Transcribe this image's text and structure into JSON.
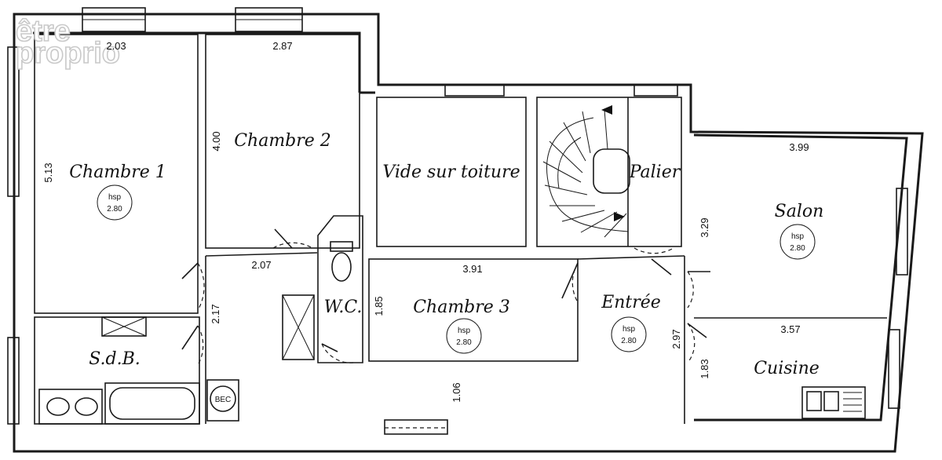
{
  "watermark": {
    "line1": "être",
    "line2": "proprio"
  },
  "rooms": {
    "chambre1": "Chambre 1",
    "chambre2": "Chambre 2",
    "vide": "Vide sur toiture",
    "palier": "Palier",
    "salon": "Salon",
    "chambre3": "Chambre 3",
    "wc": "W.C.",
    "entree": "Entrée",
    "sdb": "S.d.B.",
    "cuisine": "Cuisine"
  },
  "ceiling_height": {
    "label": "hsp",
    "value": "2.80"
  },
  "dimensions": {
    "ch1_width": "2.03",
    "ch1_length": "5.13",
    "ch2_width": "2.87",
    "ch2_length": "4.00",
    "salon_width": "3.99",
    "salon_length": "3.29",
    "corridor_width": "2.07",
    "corridor_length": "2.17",
    "ch3_width": "3.91",
    "ch3_length": "1.85",
    "hall_width": "1.06",
    "entree_length": "2.97",
    "cuisine_width": "3.57",
    "cuisine_length": "1.83"
  },
  "fixtures": {
    "boiler": "BEC"
  }
}
